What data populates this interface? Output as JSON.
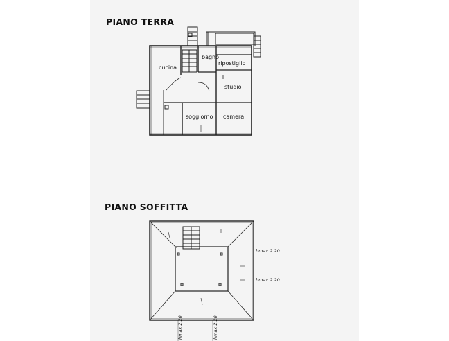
{
  "floors": {
    "ground": {
      "title": "PIANO TERRA",
      "rooms": {
        "cucina": "cucina",
        "bagno": "bagno",
        "ripostiglio": "ripostiglio",
        "studio": "studio",
        "soggiorno": "soggiorno",
        "camera": "camera"
      }
    },
    "attic": {
      "title": "PIANO SOFFITTA",
      "height_notes": [
        "hmax 2.20",
        "hmax 2.20",
        "hmax 2.20",
        "hmax 2.20"
      ]
    }
  }
}
